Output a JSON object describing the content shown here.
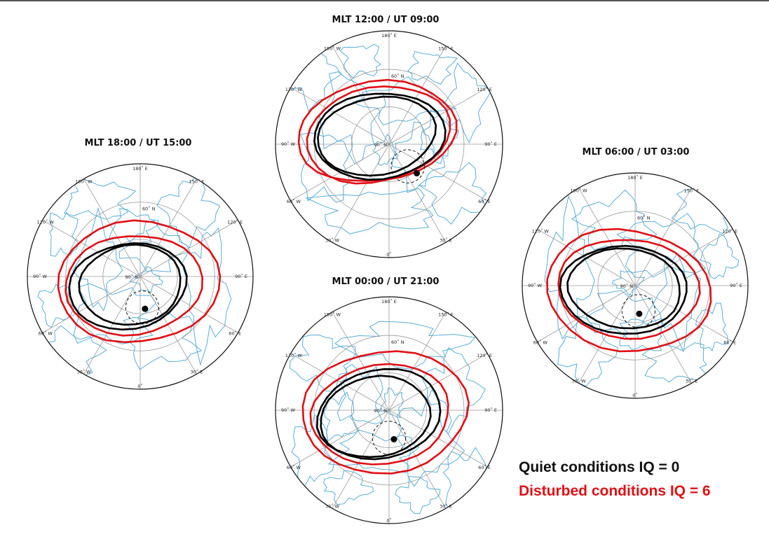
{
  "colors": {
    "quiet": "#000000",
    "disturbed": "#e01016",
    "coast": "#5aaed8",
    "grid": "#9a9a9a"
  },
  "panels": [
    {
      "id": "noon",
      "title": "MLT 12:00 / UT 09:00"
    },
    {
      "id": "dusk",
      "title": "MLT 18:00 / UT 15:00"
    },
    {
      "id": "dawn",
      "title": "MLT 06:00 / UT 03:00"
    },
    {
      "id": "midnight",
      "title": "MLT 00:00 / UT 21:00"
    }
  ],
  "grid_labels": {
    "top": "180˚ E",
    "left": "90˚ W",
    "right": "90˚ E",
    "bottom": "0˚",
    "center": "90˚ N",
    "lat60": "60˚ N",
    "ul1": "150˚ W",
    "ul2": "120˚ W",
    "ur1": "150˚ E",
    "ur2": "120˚ E",
    "ll1": "60˚ W",
    "ll2": "30˚ W",
    "lr1": "60˚ E",
    "lr2": "30˚ E"
  },
  "legend": {
    "quiet": "Quiet conditions IQ = 0",
    "disturbed": "Disturbed conditions IQ = 6"
  }
}
